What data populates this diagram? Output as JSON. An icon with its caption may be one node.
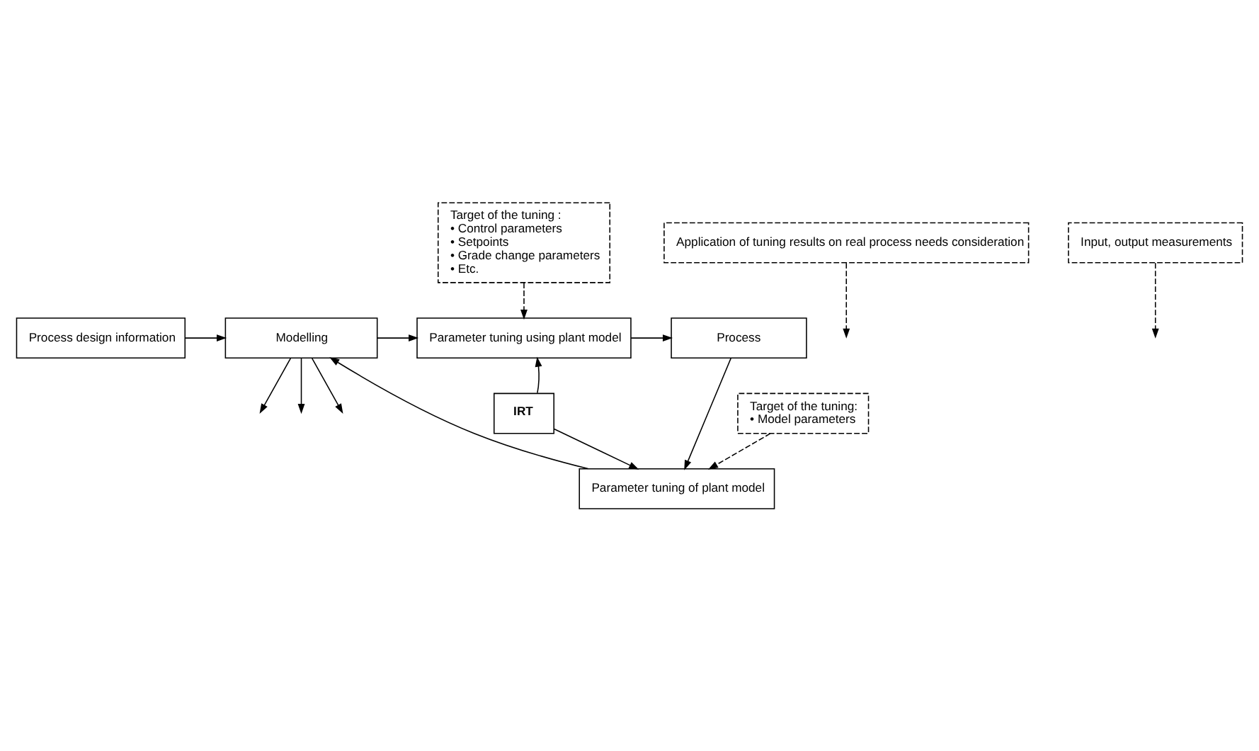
{
  "diagram": {
    "nodes": [
      {
        "text": [
          "Process design information"
        ]
      },
      {
        "text": [
          "Modelling"
        ]
      },
      {
        "text": [
          "Parameter tuning using plant model"
        ]
      },
      {
        "text": [
          "Process"
        ]
      },
      {
        "text": [
          "IRT"
        ]
      },
      {
        "text": [
          "Parameter tuning of plant model"
        ]
      },
      {
        "text": [
          "Target of the tuning :",
          "• Control parameters",
          "• Setpoints",
          "• Grade change parameters",
          "• Etc."
        ]
      },
      {
        "text": [
          "Application of tuning results on real process needs consideration"
        ]
      },
      {
        "text": [
          "Input, output measurements"
        ]
      },
      {
        "text": [
          "Target of the tuning:",
          "• Model parameters"
        ]
      }
    ],
    "edges": [
      {
        "from": 0,
        "to": 1,
        "arrow": "to"
      },
      {
        "from": 1,
        "to": 2,
        "arrow": "to"
      },
      {
        "from": 2,
        "to": 3,
        "arrow": "to"
      },
      {
        "from": 1,
        "to": null,
        "arrow": "to"
      },
      {
        "from": 1,
        "to": null,
        "arrow": "to"
      },
      {
        "from": 1,
        "to": null,
        "arrow": "to"
      },
      {
        "from": 6,
        "to": 2,
        "arrow": "to",
        "style": "dashed"
      },
      {
        "from": 7,
        "to": null,
        "arrow": "to",
        "style": "dashed"
      },
      {
        "from": 4,
        "to": 2,
        "arrow": "to"
      },
      {
        "from": 4,
        "to": 5,
        "arrow": "to"
      },
      {
        "from": 3,
        "to": 5,
        "arrow": "to"
      },
      {
        "from": 5,
        "to": 1,
        "arrow": "to"
      },
      {
        "from": 8,
        "to": null,
        "arrow": "to",
        "style": "dashed"
      },
      {
        "from": 9,
        "to": 5,
        "arrow": "to",
        "style": "dashed"
      }
    ]
  }
}
